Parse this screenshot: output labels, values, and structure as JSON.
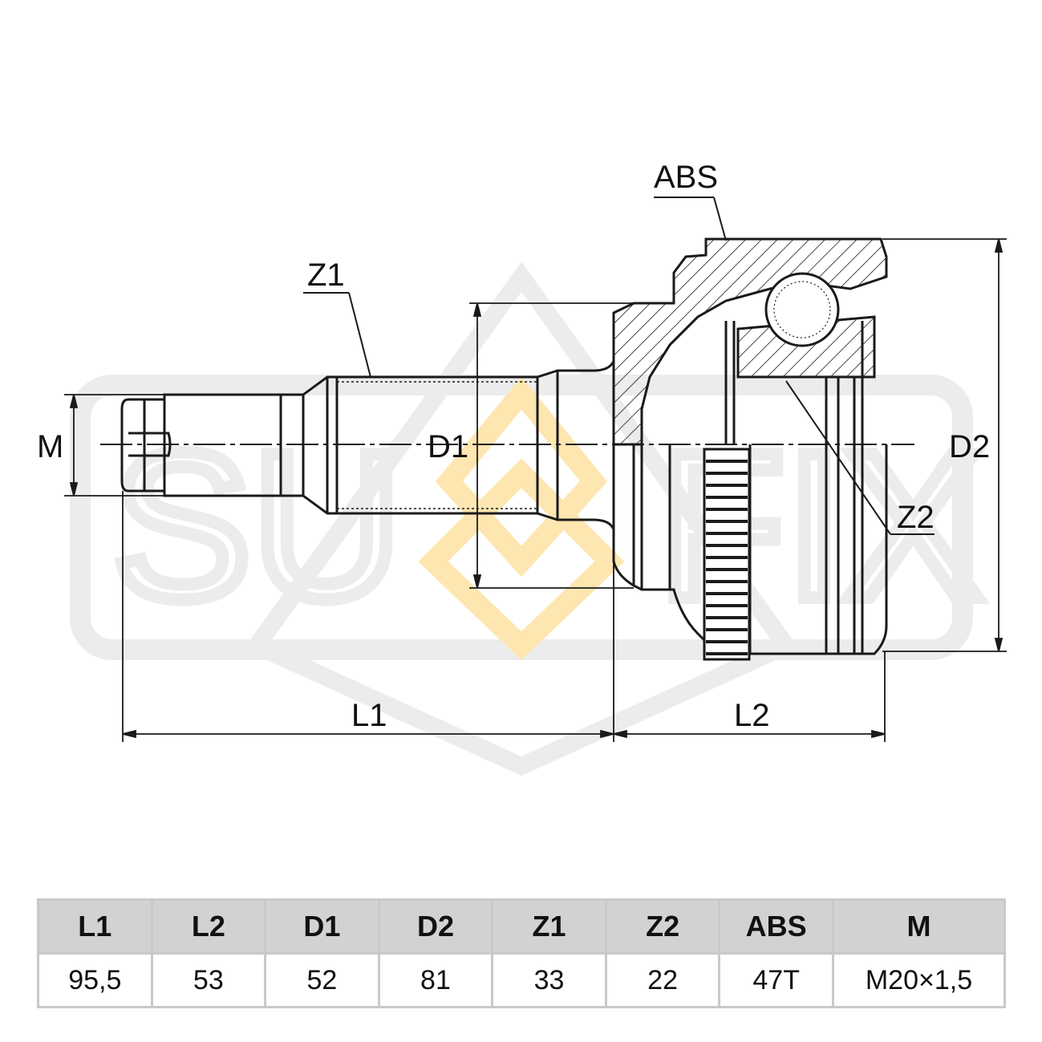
{
  "labels": {
    "abs": "ABS",
    "z1": "Z1",
    "z2": "Z2",
    "m": "M",
    "d1": "D1",
    "d2": "D2",
    "l1": "L1",
    "l2": "L2"
  },
  "colors": {
    "line": "#1a1a1a",
    "watermark_gray": "#ececec",
    "watermark_gold": "#fde6b0",
    "table_header_bg": "#d2d2d2",
    "table_border": "#c9c9c9"
  },
  "table": {
    "headers": [
      "L1",
      "L2",
      "D1",
      "D2",
      "Z1",
      "Z2",
      "ABS",
      "M"
    ],
    "values": [
      "95,5",
      "53",
      "52",
      "81",
      "33",
      "22",
      "47T",
      "M20×1,5"
    ]
  }
}
